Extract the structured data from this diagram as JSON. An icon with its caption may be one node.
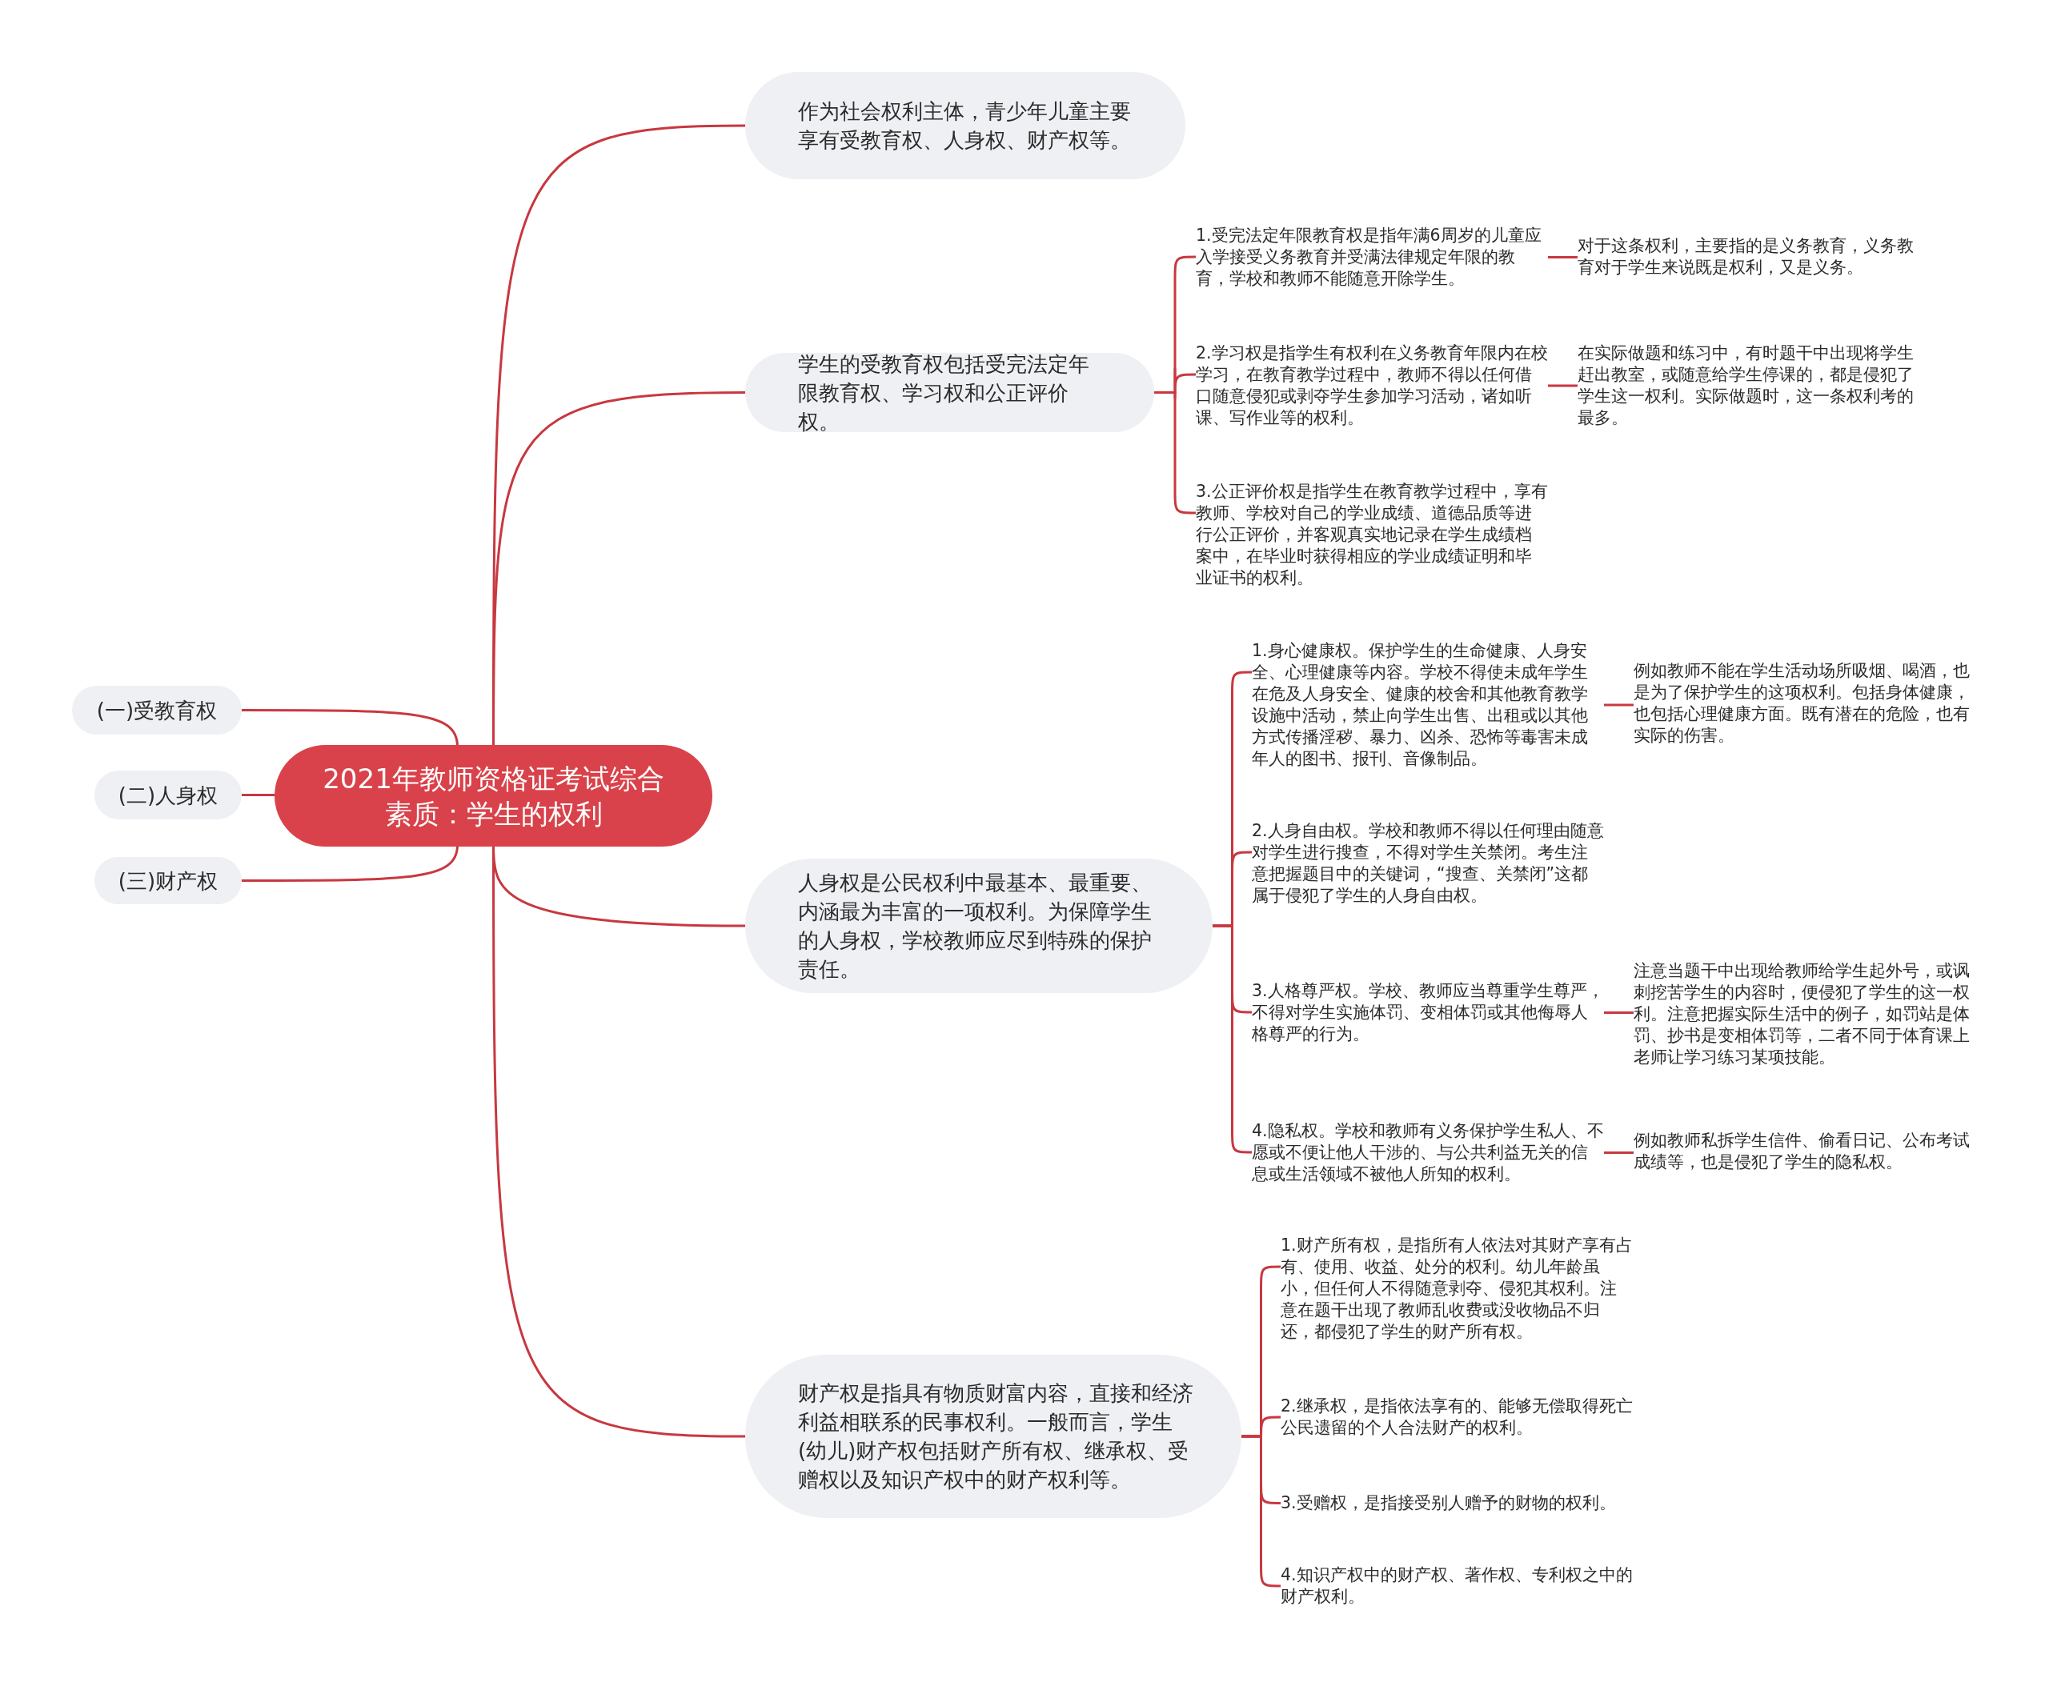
{
  "diagram": {
    "nodes": [
      {
        "text": [
          "2021年教师资格证考试综合素质：学生的权利"
        ]
      },
      {
        "text": [
          "(一)受教育权"
        ]
      },
      {
        "text": [
          "(二)人身权"
        ]
      },
      {
        "text": [
          "(三)财产权"
        ]
      },
      {
        "text": [
          "作为社会权利主体，青少年儿童主要享有受教育权、人身权、财产权等。"
        ]
      },
      {
        "text": [
          "学生的受教育权包括受完法定年限教育权、学习权和公正评价权。"
        ]
      },
      {
        "text": [
          "1.受完法定年限教育权是指年满6周岁的儿童应入学接受义务教育并受满法律规定年限的教育，学校和教师不能随意开除学生。"
        ]
      },
      {
        "text": [
          "对于这条权利，主要指的是义务教育，义务教育对于学生来说既是权利，又是义务。"
        ]
      },
      {
        "text": [
          "2.学习权是指学生有权利在义务教育年限内在校学习，在教育教学过程中，教师不得以任何借口随意侵犯或剥夺学生参加学习活动，诸如听课、写作业等的权利。"
        ]
      },
      {
        "text": [
          "在实际做题和练习中，有时题干中出现将学生赶出教室，或随意给学生停课的，都是侵犯了学生这一权利。实际做题时，这一条权利考的最多。"
        ]
      },
      {
        "text": [
          "3.公正评价权是指学生在教育教学过程中，享有教师、学校对自己的学业成绩、道德品质等进行公正评价，并客观真实地记录在学生成绩档案中，在毕业时获得相应的学业成绩证明和毕业证书的权利。"
        ]
      },
      {
        "text": [
          "人身权是公民权利中最基本、最重要、内涵最为丰富的一项权利。为保障学生的人身权，学校教师应尽到特殊的保护责任。"
        ]
      },
      {
        "text": [
          "1.身心健康权。保护学生的生命健康、人身安全、心理健康等内容。学校不得使未成年学生在危及人身安全、健康的校舍和其他教育教学设施中活动，禁止向学生出售、出租或以其他方式传播淫秽、暴力、凶杀、恐怖等毒害未成年人的图书、报刊、音像制品。"
        ]
      },
      {
        "text": [
          "例如教师不能在学生活动场所吸烟、喝酒，也是为了保护学生的这项权利。包括身体健康，也包括心理健康方面。既有潜在的危险，也有实际的伤害。"
        ]
      },
      {
        "text": [
          "2.人身自由权。学校和教师不得以任何理由随意对学生进行搜查，不得对学生关禁闭。考生注意把握题目中的关键词，“搜查、关禁闭”这都属于侵犯了学生的人身自由权。"
        ]
      },
      {
        "text": [
          "3.人格尊严权。学校、教师应当尊重学生尊严，不得对学生实施体罚、变相体罚或其他侮辱人格尊严的行为。"
        ]
      },
      {
        "text": [
          "注意当题干中出现给教师给学生起外号，或讽刺挖苦学生的内容时，便侵犯了学生的这一权利。注意把握实际生活中的例子，如罚站是体罚、抄书是变相体罚等，二者不同于体育课上老师让学习练习某项技能。"
        ]
      },
      {
        "text": [
          "4.隐私权。学校和教师有义务保护学生私人、不愿或不便让他人干涉的、与公共利益无关的信息或生活领域不被他人所知的权利。"
        ]
      },
      {
        "text": [
          "例如教师私拆学生信件、偷看日记、公布考试成绩等，也是侵犯了学生的隐私权。"
        ]
      },
      {
        "text": [
          "财产权是指具有物质财富内容，直接和经济利益相联系的民事权利。一般而言，学生(幼儿)财产权包括财产所有权、继承权、受赠权以及知识产权中的财产权利等。"
        ]
      },
      {
        "text": [
          "1.财产所有权，是指所有人依法对其财产享有占有、使用、收益、处分的权利。幼儿年龄虽小，但任何人不得随意剥夺、侵犯其权利。注意在题干出现了教师乱收费或没收物品不归还，都侵犯了学生的财产所有权。"
        ]
      },
      {
        "text": [
          "2.继承权，是指依法享有的、能够无偿取得死亡公民遗留的个人合法财产的权利。"
        ]
      },
      {
        "text": [
          "3.受赠权，是指接受别人赠予的财物的权利。"
        ]
      },
      {
        "text": [
          "4.知识产权中的财产权、著作权、专利权之中的财产权利。"
        ]
      }
    ],
    "edges": [
      {
        "from": 0,
        "to": 1,
        "arrow": "none"
      },
      {
        "from": 0,
        "to": 2,
        "arrow": "none"
      },
      {
        "from": 0,
        "to": 3,
        "arrow": "none"
      },
      {
        "from": 0,
        "to": 4,
        "arrow": "none"
      },
      {
        "from": 0,
        "to": 5,
        "arrow": "none"
      },
      {
        "from": 0,
        "to": 11,
        "arrow": "none"
      },
      {
        "from": 0,
        "to": 19,
        "arrow": "none"
      },
      {
        "from": 5,
        "to": 6,
        "arrow": "none"
      },
      {
        "from": 5,
        "to": 8,
        "arrow": "none"
      },
      {
        "from": 5,
        "to": 10,
        "arrow": "none"
      },
      {
        "from": 6,
        "to": 7,
        "arrow": "none"
      },
      {
        "from": 8,
        "to": 9,
        "arrow": "none"
      },
      {
        "from": 11,
        "to": 12,
        "arrow": "none"
      },
      {
        "from": 11,
        "to": 14,
        "arrow": "none"
      },
      {
        "from": 11,
        "to": 15,
        "arrow": "none"
      },
      {
        "from": 11,
        "to": 17,
        "arrow": "none"
      },
      {
        "from": 12,
        "to": 13,
        "arrow": "none"
      },
      {
        "from": 15,
        "to": 16,
        "arrow": "none"
      },
      {
        "from": 17,
        "to": 18,
        "arrow": "none"
      },
      {
        "from": 19,
        "to": 20,
        "arrow": "none"
      },
      {
        "from": 19,
        "to": 21,
        "arrow": "none"
      },
      {
        "from": 19,
        "to": 22,
        "arrow": "none"
      },
      {
        "from": 19,
        "to": 23,
        "arrow": "none"
      }
    ]
  }
}
